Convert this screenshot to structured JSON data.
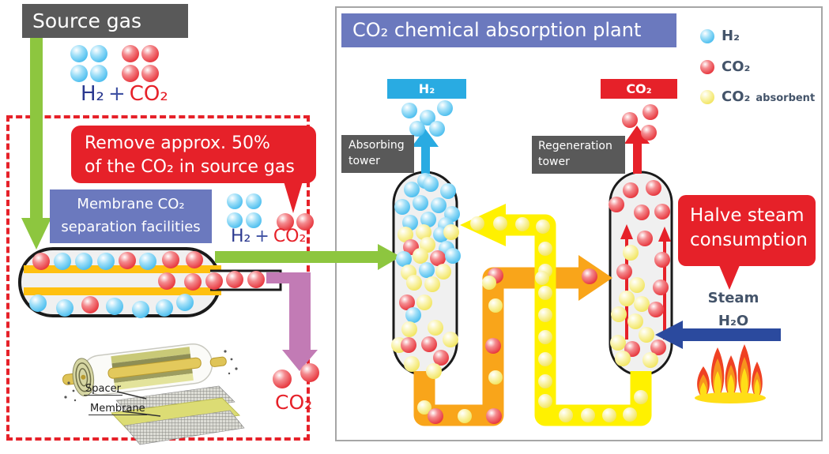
{
  "colors": {
    "header_blue": "#6B79BE",
    "gray_label": "#595959",
    "red": "#E62129",
    "green_arrow": "#8DC63F",
    "cyan": "#29ABE2",
    "purple_arrow": "#C27BB5",
    "steam_blue": "#2B4A9E",
    "pipe_yellow": "#FFF100",
    "pipe_orange": "#F9A51A",
    "membrane_bar": "#FFC010",
    "h2_ball": "#47BCEE",
    "co2_ball": "#E63138",
    "absorbent_ball": "#F1E45C"
  },
  "left": {
    "source_gas": "Source gas",
    "mix_top": {
      "h2": "H₂",
      "plus": "+",
      "co2": "CO₂"
    },
    "callout_line1": "Remove approx. 50%",
    "callout_line2": "of the CO₂ in source gas",
    "membrane_line1": "Membrane CO₂",
    "membrane_line2": "separation facilities",
    "mix_mid": {
      "h2": "H₂",
      "plus": "+",
      "co2": "CO₂"
    },
    "co2_out": "CO₂",
    "spacer": "Spacer",
    "membrane": "Membrane"
  },
  "plant": {
    "title": "CO₂ chemical absorption plant",
    "legend_h2": "H₂",
    "legend_co2": "CO₂",
    "legend_abs": "CO₂",
    "legend_abs_suffix": "absorbent",
    "h2_outlet": "H₂",
    "co2_outlet": "CO₂",
    "absorbing_tower": "Absorbing tower",
    "regeneration_tower": "Regeneration tower",
    "halve_line1": "Halve steam",
    "halve_line2": "consumption",
    "steam_line1": "Steam",
    "steam_line2": "H₂O"
  },
  "spheres": [
    [
      "b",
      100,
      68,
      11
    ],
    [
      "b",
      125,
      68,
      11
    ],
    [
      "b",
      100,
      93,
      11
    ],
    [
      "b",
      125,
      93,
      11
    ],
    [
      "r",
      165,
      68,
      11
    ],
    [
      "r",
      190,
      68,
      11
    ],
    [
      "r",
      165,
      93,
      11
    ],
    [
      "r",
      190,
      93,
      11
    ],
    [
      "b",
      297,
      255,
      10
    ],
    [
      "b",
      321,
      255,
      10
    ],
    [
      "b",
      297,
      279,
      10
    ],
    [
      "b",
      321,
      279,
      10
    ],
    [
      "r",
      361,
      281,
      11
    ],
    [
      "r",
      386,
      281,
      11
    ],
    [
      "r",
      52,
      331,
      11
    ],
    [
      "b",
      79,
      331,
      11
    ],
    [
      "b",
      106,
      331,
      11
    ],
    [
      "b",
      134,
      331,
      11
    ],
    [
      "r",
      161,
      330,
      11
    ],
    [
      "b",
      187,
      331,
      11
    ],
    [
      "r",
      216,
      329,
      11
    ],
    [
      "r",
      246,
      329,
      11
    ],
    [
      "r",
      211,
      356,
      11
    ],
    [
      "r",
      244,
      357,
      11
    ],
    [
      "r",
      271,
      356,
      11
    ],
    [
      "r",
      297,
      354,
      11
    ],
    [
      "r",
      324,
      354,
      11
    ],
    [
      "b",
      48,
      384,
      11
    ],
    [
      "b",
      82,
      390,
      11
    ],
    [
      "r",
      114,
      386,
      11
    ],
    [
      "b",
      145,
      388,
      11
    ],
    [
      "b",
      178,
      392,
      11
    ],
    [
      "b",
      208,
      390,
      11
    ],
    [
      "b",
      234,
      383,
      11
    ],
    [
      "r",
      357,
      480,
      12
    ],
    [
      "r",
      392,
      472,
      12
    ],
    [
      "b",
      895,
      46,
      9
    ],
    [
      "r",
      895,
      85,
      9
    ],
    [
      "y",
      895,
      123,
      9
    ],
    [
      "b",
      518,
      140,
      10
    ],
    [
      "b",
      541,
      149,
      10
    ],
    [
      "b",
      563,
      137,
      10
    ],
    [
      "b",
      528,
      163,
      10
    ],
    [
      "b",
      553,
      163,
      10
    ],
    [
      "b",
      538,
      229,
      10
    ],
    [
      "b",
      521,
      240,
      10
    ],
    [
      "b",
      545,
      233,
      10
    ],
    [
      "b",
      567,
      242,
      10
    ],
    [
      "b",
      509,
      262,
      10
    ],
    [
      "b",
      532,
      257,
      10
    ],
    [
      "b",
      555,
      260,
      10
    ],
    [
      "b",
      572,
      271,
      10
    ],
    [
      "b",
      519,
      282,
      10
    ],
    [
      "b",
      542,
      278,
      10
    ],
    [
      "b",
      564,
      285,
      10
    ],
    [
      "y",
      513,
      297,
      10
    ],
    [
      "y",
      536,
      294,
      10
    ],
    [
      "b",
      558,
      297,
      10
    ],
    [
      "y",
      571,
      294,
      10
    ],
    [
      "r",
      520,
      313,
      10
    ],
    [
      "y",
      541,
      310,
      10
    ],
    [
      "b",
      565,
      315,
      10
    ],
    [
      "b",
      511,
      328,
      10
    ],
    [
      "y",
      532,
      324,
      10
    ],
    [
      "r",
      554,
      327,
      10
    ],
    [
      "b",
      573,
      324,
      10
    ],
    [
      "b",
      540,
      342,
      10
    ],
    [
      "y",
      517,
      345,
      10
    ],
    [
      "y",
      561,
      344,
      10
    ],
    [
      "y",
      524,
      358,
      10
    ],
    [
      "y",
      547,
      360,
      10
    ],
    [
      "r",
      515,
      383,
      10
    ],
    [
      "y",
      537,
      383,
      10
    ],
    [
      "b",
      523,
      399,
      10
    ],
    [
      "y",
      518,
      417,
      10
    ],
    [
      "y",
      551,
      415,
      10
    ],
    [
      "y",
      570,
      430,
      10
    ],
    [
      "y",
      505,
      437,
      10
    ],
    [
      "r",
      517,
      437,
      10
    ],
    [
      "r",
      543,
      436,
      10
    ],
    [
      "r",
      558,
      453,
      10
    ],
    [
      "y",
      521,
      461,
      10
    ],
    [
      "y",
      549,
      470,
      10
    ],
    [
      "r",
      797,
      152,
      10
    ],
    [
      "r",
      823,
      142,
      10
    ],
    [
      "r",
      821,
      168,
      10
    ],
    [
      "r",
      798,
      241,
      10
    ],
    [
      "r",
      827,
      238,
      10
    ],
    [
      "r",
      780,
      259,
      10
    ],
    [
      "r",
      812,
      269,
      10
    ],
    [
      "r",
      838,
      268,
      10
    ],
    [
      "r",
      816,
      302,
      10
    ],
    [
      "y",
      798,
      320,
      10
    ],
    [
      "r",
      838,
      329,
      10
    ],
    [
      "r",
      790,
      344,
      10
    ],
    [
      "y",
      806,
      361,
      10
    ],
    [
      "r",
      836,
      364,
      10
    ],
    [
      "y",
      793,
      378,
      10
    ],
    [
      "y",
      812,
      385,
      10
    ],
    [
      "r",
      830,
      392,
      10
    ],
    [
      "y",
      783,
      398,
      10
    ],
    [
      "y",
      804,
      407,
      10
    ],
    [
      "y",
      818,
      424,
      10
    ],
    [
      "y",
      782,
      434,
      10
    ],
    [
      "r",
      800,
      442,
      10
    ],
    [
      "r",
      833,
      440,
      10
    ],
    [
      "y",
      788,
      454,
      10
    ],
    [
      "y",
      823,
      456,
      10
    ],
    [
      "y",
      604,
      283,
      9
    ],
    [
      "y",
      633,
      283,
      9
    ],
    [
      "y",
      661,
      284,
      9
    ],
    [
      "y",
      687,
      287,
      9
    ],
    [
      "y",
      690,
      315,
      9
    ],
    [
      "y",
      690,
      343,
      9
    ],
    [
      "y",
      690,
      371,
      9
    ],
    [
      "y",
      690,
      399,
      9
    ],
    [
      "y",
      690,
      427,
      9
    ],
    [
      "y",
      690,
      455,
      9
    ],
    [
      "y",
      690,
      483,
      9
    ],
    [
      "y",
      690,
      508,
      9
    ],
    [
      "y",
      716,
      526,
      9
    ],
    [
      "y",
      744,
      526,
      9
    ],
    [
      "y",
      771,
      526,
      9
    ],
    [
      "y",
      797,
      525,
      9
    ],
    [
      "y",
      811,
      503,
      9
    ],
    [
      "r",
      627,
      349,
      10
    ],
    [
      "y",
      619,
      358,
      9
    ],
    [
      "y",
      686,
      352,
      9
    ],
    [
      "r",
      746,
      350,
      10
    ],
    [
      "y",
      627,
      387,
      9
    ],
    [
      "r",
      624,
      438,
      10
    ],
    [
      "y",
      627,
      478,
      9
    ],
    [
      "y",
      537,
      516,
      9
    ],
    [
      "r",
      551,
      527,
      10
    ],
    [
      "y",
      588,
      527,
      9
    ],
    [
      "r",
      625,
      527,
      10
    ]
  ]
}
